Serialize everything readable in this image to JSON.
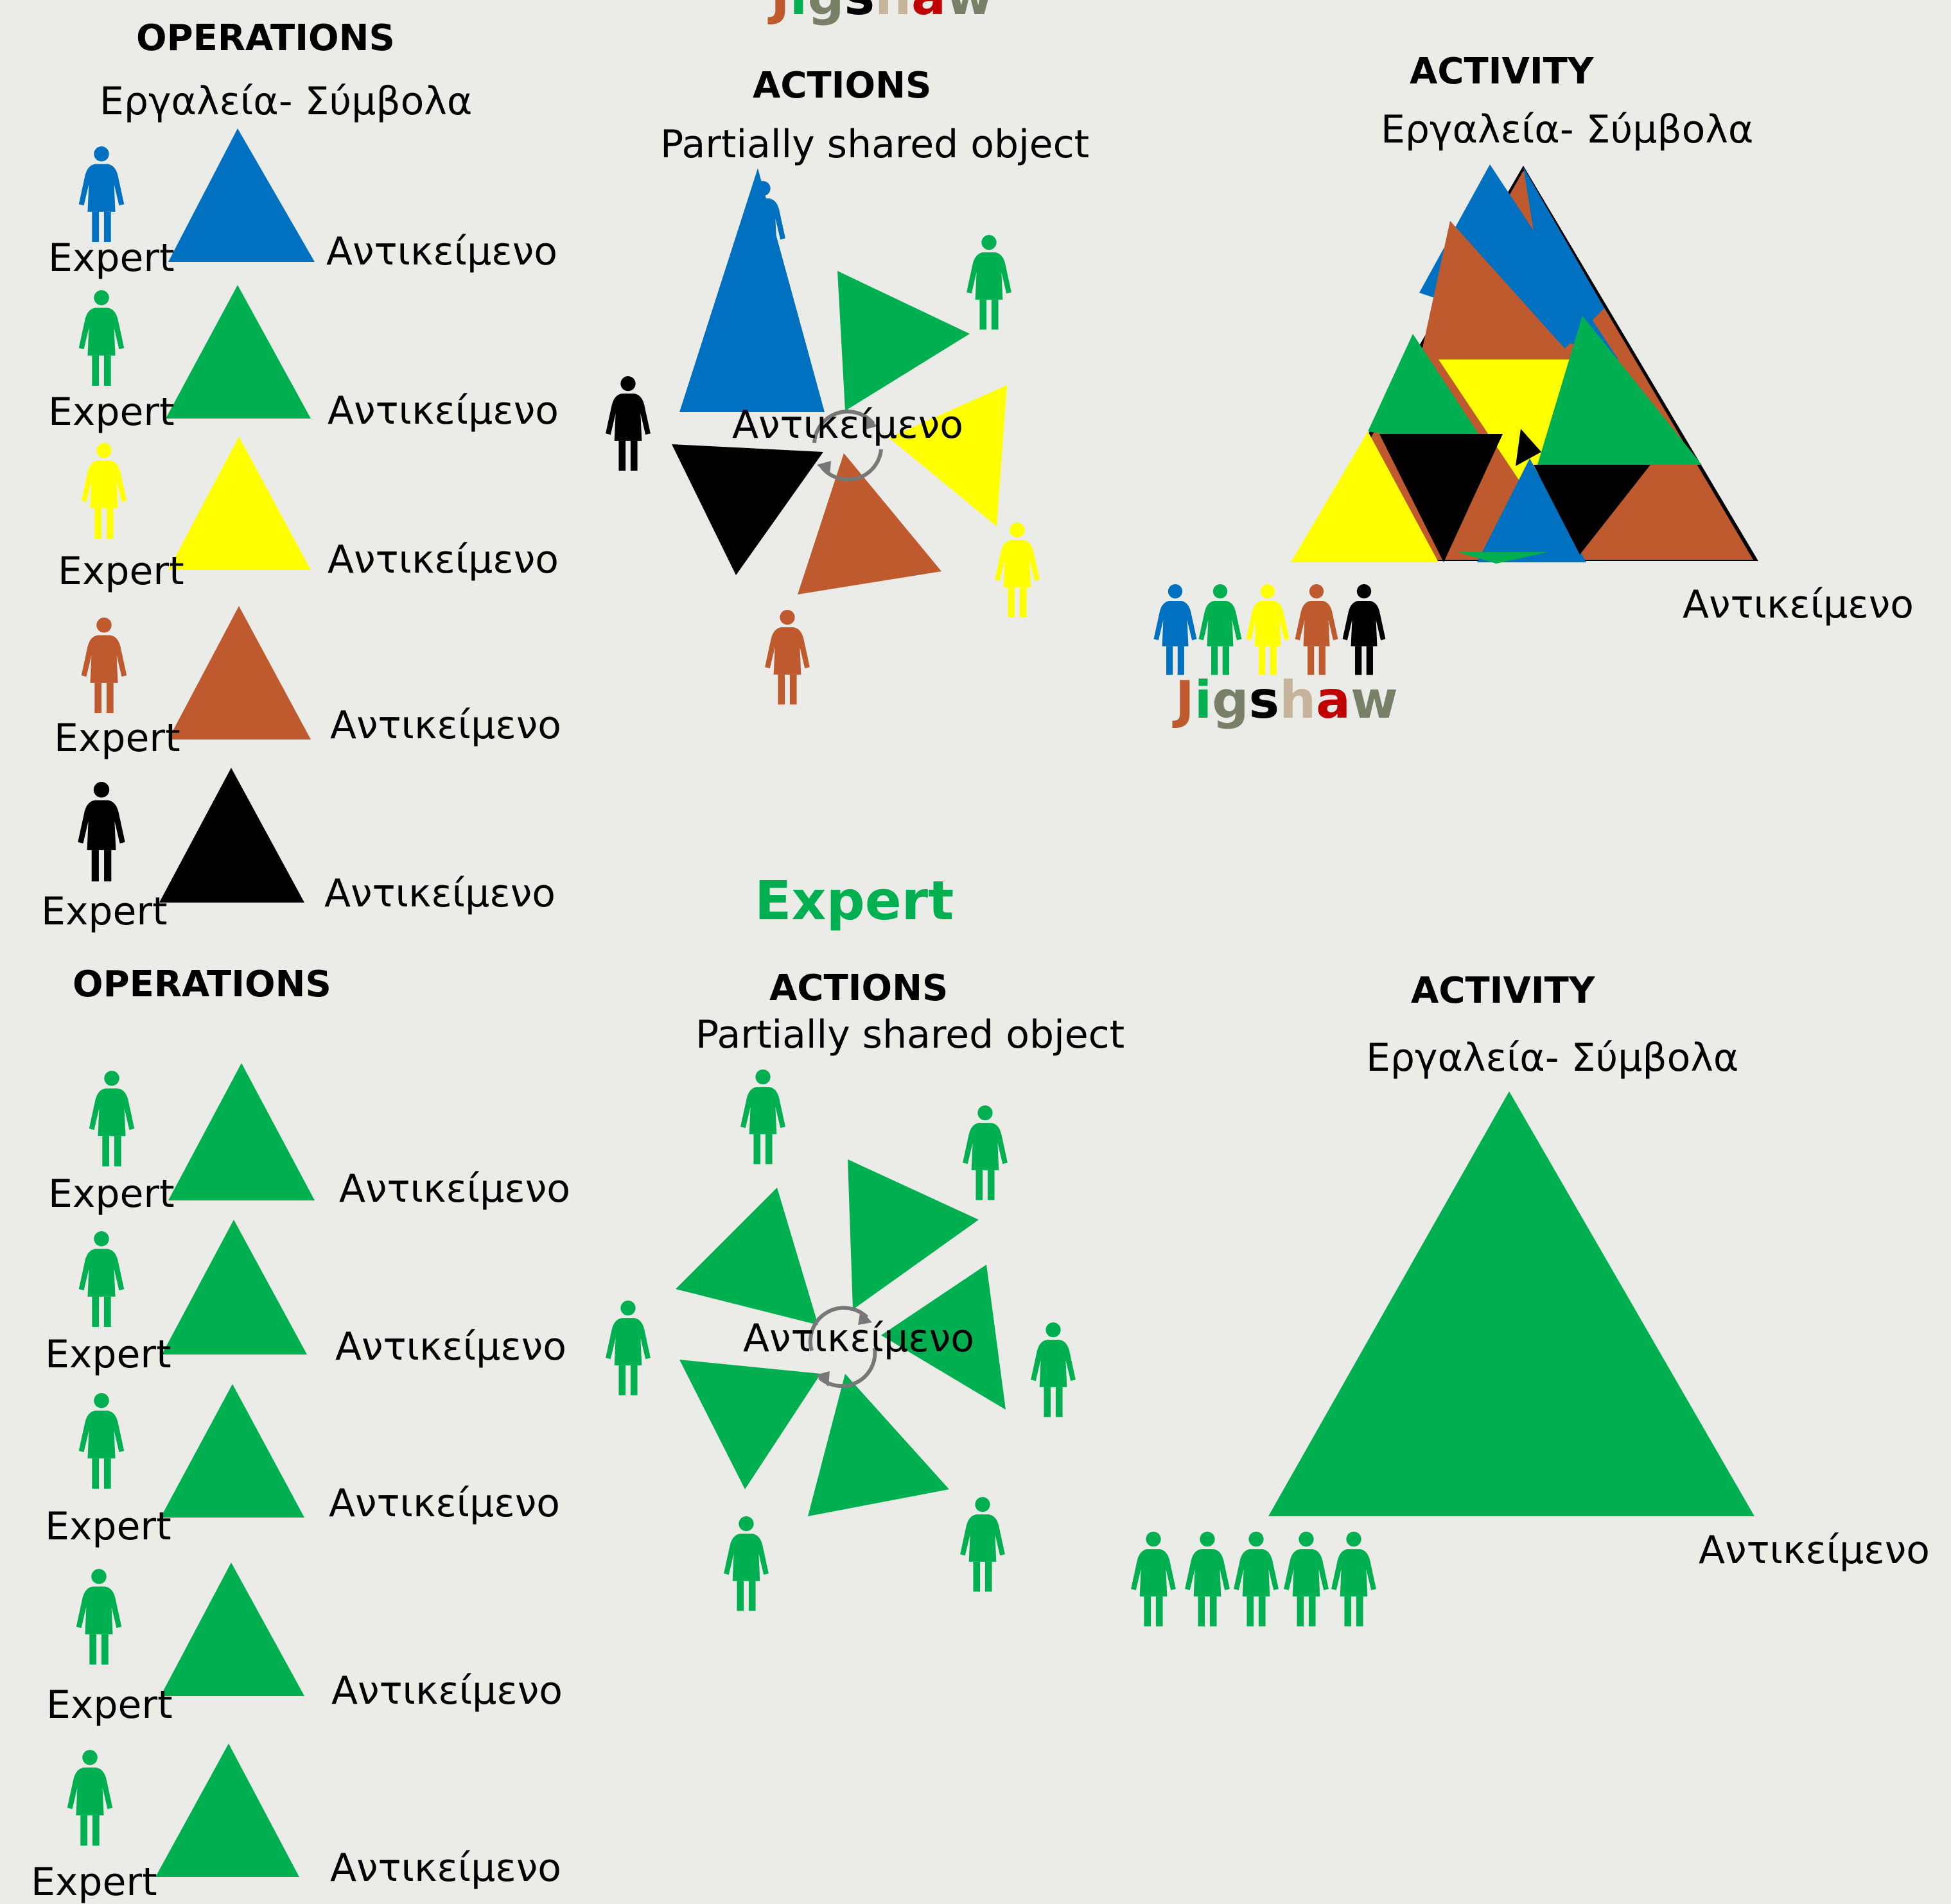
{
  "colors": {
    "background": "#EBECE8",
    "blue": "#0070C0",
    "green": "#00B050",
    "yellow": "#FFFF00",
    "brown": "#BE5A2E",
    "black": "#000000",
    "cycle_arrow": "#777777",
    "jig_tan": "#C6B49A",
    "jig_gray": "#7A8068",
    "jig_red": "#C00000"
  },
  "jigsaw_section": {
    "title": "Jigshaw",
    "title_letters": [
      {
        "char": "J",
        "color": "#BE5A2E"
      },
      {
        "char": "i",
        "color": "#00B050"
      },
      {
        "char": "g",
        "color": "#7A8068"
      },
      {
        "char": "s",
        "color": "#000000"
      },
      {
        "char": "h",
        "color": "#C6B49A"
      },
      {
        "char": "a",
        "color": "#C00000"
      },
      {
        "char": "w",
        "color": "#7A8068"
      }
    ],
    "operations": {
      "heading": "OPERATIONS",
      "tools_label": "Εργαλεία- Σύμβολα",
      "rows": [
        {
          "person_label": "Expert",
          "object_label": "Αντικείμενο",
          "color": "#0070C0"
        },
        {
          "person_label": "Expert",
          "object_label": "Αντικείμενο",
          "color": "#00B050"
        },
        {
          "person_label": "Expert",
          "object_label": "Αντικείμενο",
          "color": "#FFFF00"
        },
        {
          "person_label": "Expert",
          "object_label": "Αντικείμενο",
          "color": "#BE5A2E"
        },
        {
          "person_label": "Expert",
          "object_label": "Αντικείμενο",
          "color": "#000000"
        }
      ]
    },
    "actions": {
      "heading": "ACTIONS",
      "subheading": "Partially shared object",
      "center_label": "Αντικείμενο",
      "people_colors": [
        "#0070C0",
        "#00B050",
        "#000000",
        "#FFFF00",
        "#BE5A2E"
      ],
      "triangle_colors": [
        "#0070C0",
        "#00B050",
        "#000000",
        "#FFFF00",
        "#BE5A2E"
      ]
    },
    "activity": {
      "heading": "ACTIVITY",
      "tools_label": "Εργαλεία- Σύμβολα",
      "object_label": "Αντικείμενο",
      "people_colors": [
        "#0070C0",
        "#00B050",
        "#FFFF00",
        "#BE5A2E",
        "#000000"
      ]
    }
  },
  "expert_section": {
    "title": "Expert",
    "title_color": "#00B050",
    "operations": {
      "heading": "OPERATIONS",
      "rows": [
        {
          "person_label": "Expert",
          "object_label": "Αντικείμενο",
          "color": "#00B050"
        },
        {
          "person_label": "Expert",
          "object_label": "Αντικείμενο",
          "color": "#00B050"
        },
        {
          "person_label": "Expert",
          "object_label": "Αντικείμενο",
          "color": "#00B050"
        },
        {
          "person_label": "Expert",
          "object_label": "Αντικείμενο",
          "color": "#00B050"
        },
        {
          "person_label": "Expert",
          "object_label": "Αντικείμενο",
          "color": "#00B050"
        }
      ]
    },
    "actions": {
      "heading": "ACTIONS",
      "subheading": "Partially shared object",
      "center_label": "Αντικείμενο",
      "color": "#00B050"
    },
    "activity": {
      "heading": "ACTIVITY",
      "tools_label": "Εργαλεία- Σύμβολα",
      "object_label": "Αντικείμενο",
      "color": "#00B050"
    }
  }
}
